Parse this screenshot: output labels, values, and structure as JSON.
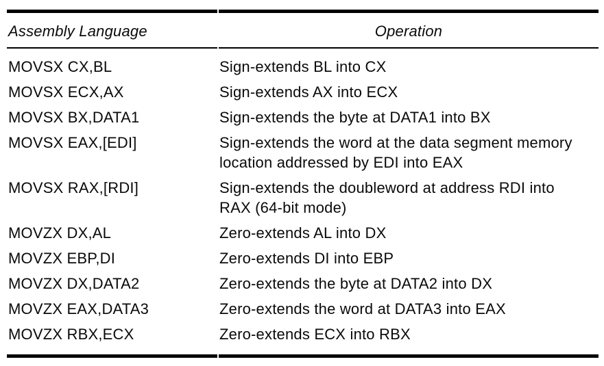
{
  "document": {
    "background_color": "#ffffff",
    "text_color": "#0a0a0a",
    "rule_color": "#000000",
    "table": {
      "headers": {
        "assembly": "Assembly Language",
        "operation": "Operation"
      },
      "rows": [
        {
          "assembly": "MOVSX CX,BL",
          "operation": "Sign-extends BL into CX"
        },
        {
          "assembly": "MOVSX ECX,AX",
          "operation": "Sign-extends AX into ECX"
        },
        {
          "assembly": "MOVSX BX,DATA1",
          "operation": "Sign-extends the byte at DATA1 into BX"
        },
        {
          "assembly": "MOVSX EAX,[EDI]",
          "operation": "Sign-extends the word at the data segment memory\nlocation addressed by EDI into EAX"
        },
        {
          "assembly": "MOVSX RAX,[RDI]",
          "operation": "Sign-extends the doubleword at address RDI into\nRAX (64-bit mode)"
        },
        {
          "assembly": "MOVZX DX,AL",
          "operation": "Zero-extends AL into DX"
        },
        {
          "assembly": "MOVZX EBP,DI",
          "operation": "Zero-extends DI into EBP"
        },
        {
          "assembly": "MOVZX DX,DATA2",
          "operation": "Zero-extends the byte at DATA2 into DX"
        },
        {
          "assembly": "MOVZX EAX,DATA3",
          "operation": "Zero-extends the word at DATA3 into EAX"
        },
        {
          "assembly": "MOVZX RBX,ECX",
          "operation": "Zero-extends ECX into RBX"
        }
      ]
    }
  }
}
